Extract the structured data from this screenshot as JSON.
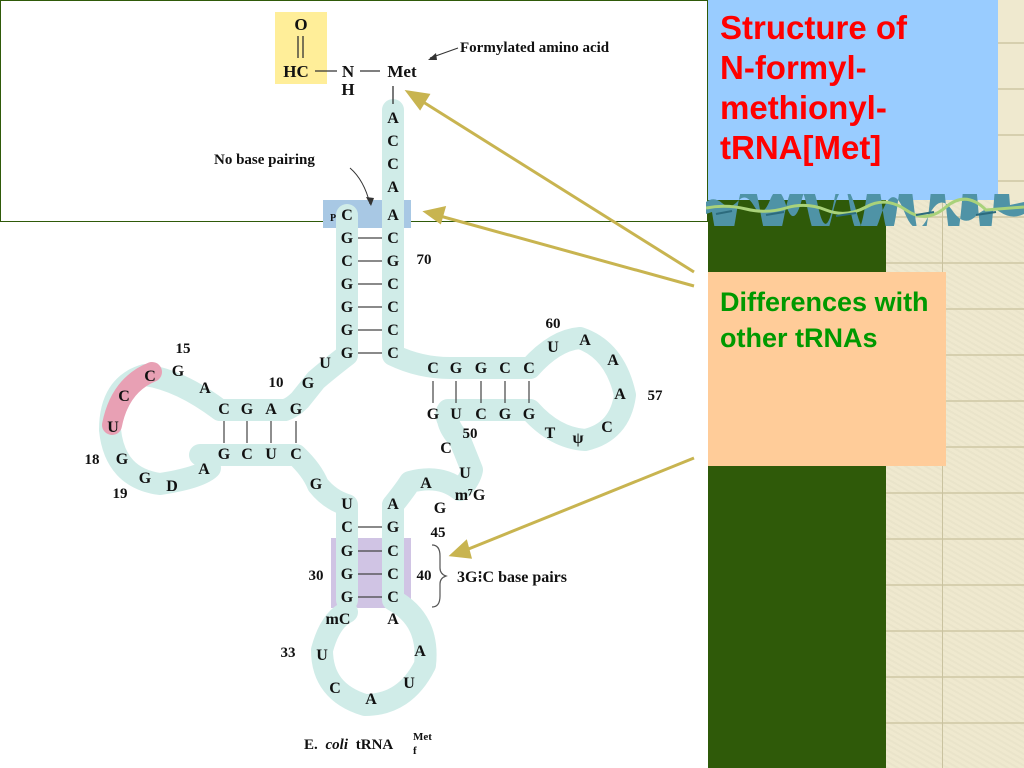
{
  "slide": {
    "title": "Structure of N-formyl-methionyl-tRNA[Met]",
    "differences_heading": "Differences with other tRNAs"
  },
  "colors": {
    "title_text": "#ff0000",
    "title_box": "#99ccff",
    "differences_text": "#009900",
    "differences_box": "#ffcc99",
    "background_green": "#2f5a09",
    "trna_backbone": "#d0ece8",
    "formyl_highlight": "#ffee99",
    "pink_loop": "#e8a0b4",
    "acceptor_highlight": "#a8c8e4",
    "anticodon_stem_highlight": "#d0c4e4",
    "arrow": "#c8b450"
  },
  "diagram": {
    "formyl_group": {
      "o": "O",
      "hc": "HC",
      "n": "N",
      "h": "H",
      "met": "Met"
    },
    "labels": {
      "formylated_amino_acid": "Formylated amino acid",
      "no_base_pairing": "No base pairing",
      "gc_base_pairs": "3G⁝C base pairs",
      "species_prefix": "E.",
      "species_italic": "coli",
      "species_trna": "tRNA",
      "species_sup": "Met",
      "species_sub": "f",
      "p_mark": "P"
    },
    "position_numbers": [
      "15",
      "10",
      "18",
      "19",
      "70",
      "60",
      "57",
      "50",
      "45",
      "30",
      "40",
      "33"
    ],
    "acceptor_tail": [
      "A",
      "C",
      "C",
      "A"
    ],
    "acceptor_stem_5prime": [
      "C",
      "G",
      "C",
      "G",
      "G",
      "G",
      "G"
    ],
    "acceptor_stem_3prime": [
      "A",
      "C",
      "G",
      "C",
      "C",
      "C",
      "C"
    ],
    "connector_bases": [
      "U",
      "G"
    ],
    "d_stem_top": [
      "C",
      "G",
      "A",
      "G"
    ],
    "d_stem_bottom": [
      "G",
      "C",
      "U",
      "C"
    ],
    "d_loop": [
      "G",
      "A",
      "C",
      "C",
      "U",
      "G",
      "G",
      "D",
      "A"
    ],
    "variable_bases": [
      "G",
      "A",
      "G",
      "m⁷G",
      "U",
      "C"
    ],
    "t_stem_top": [
      "C",
      "G",
      "G",
      "C",
      "C"
    ],
    "t_stem_bottom": [
      "G",
      "U",
      "C",
      "G",
      "G"
    ],
    "t_loop": [
      "U",
      "A",
      "A",
      "A",
      "C",
      "ψ",
      "T"
    ],
    "anticodon_stem_5prime": [
      "U",
      "C",
      "G",
      "G",
      "G",
      "mC"
    ],
    "anticodon_stem_3prime": [
      "A",
      "G",
      "C",
      "C",
      "C",
      "A"
    ],
    "anticodon_loop": [
      "U",
      "C",
      "A",
      "U",
      "A"
    ]
  }
}
